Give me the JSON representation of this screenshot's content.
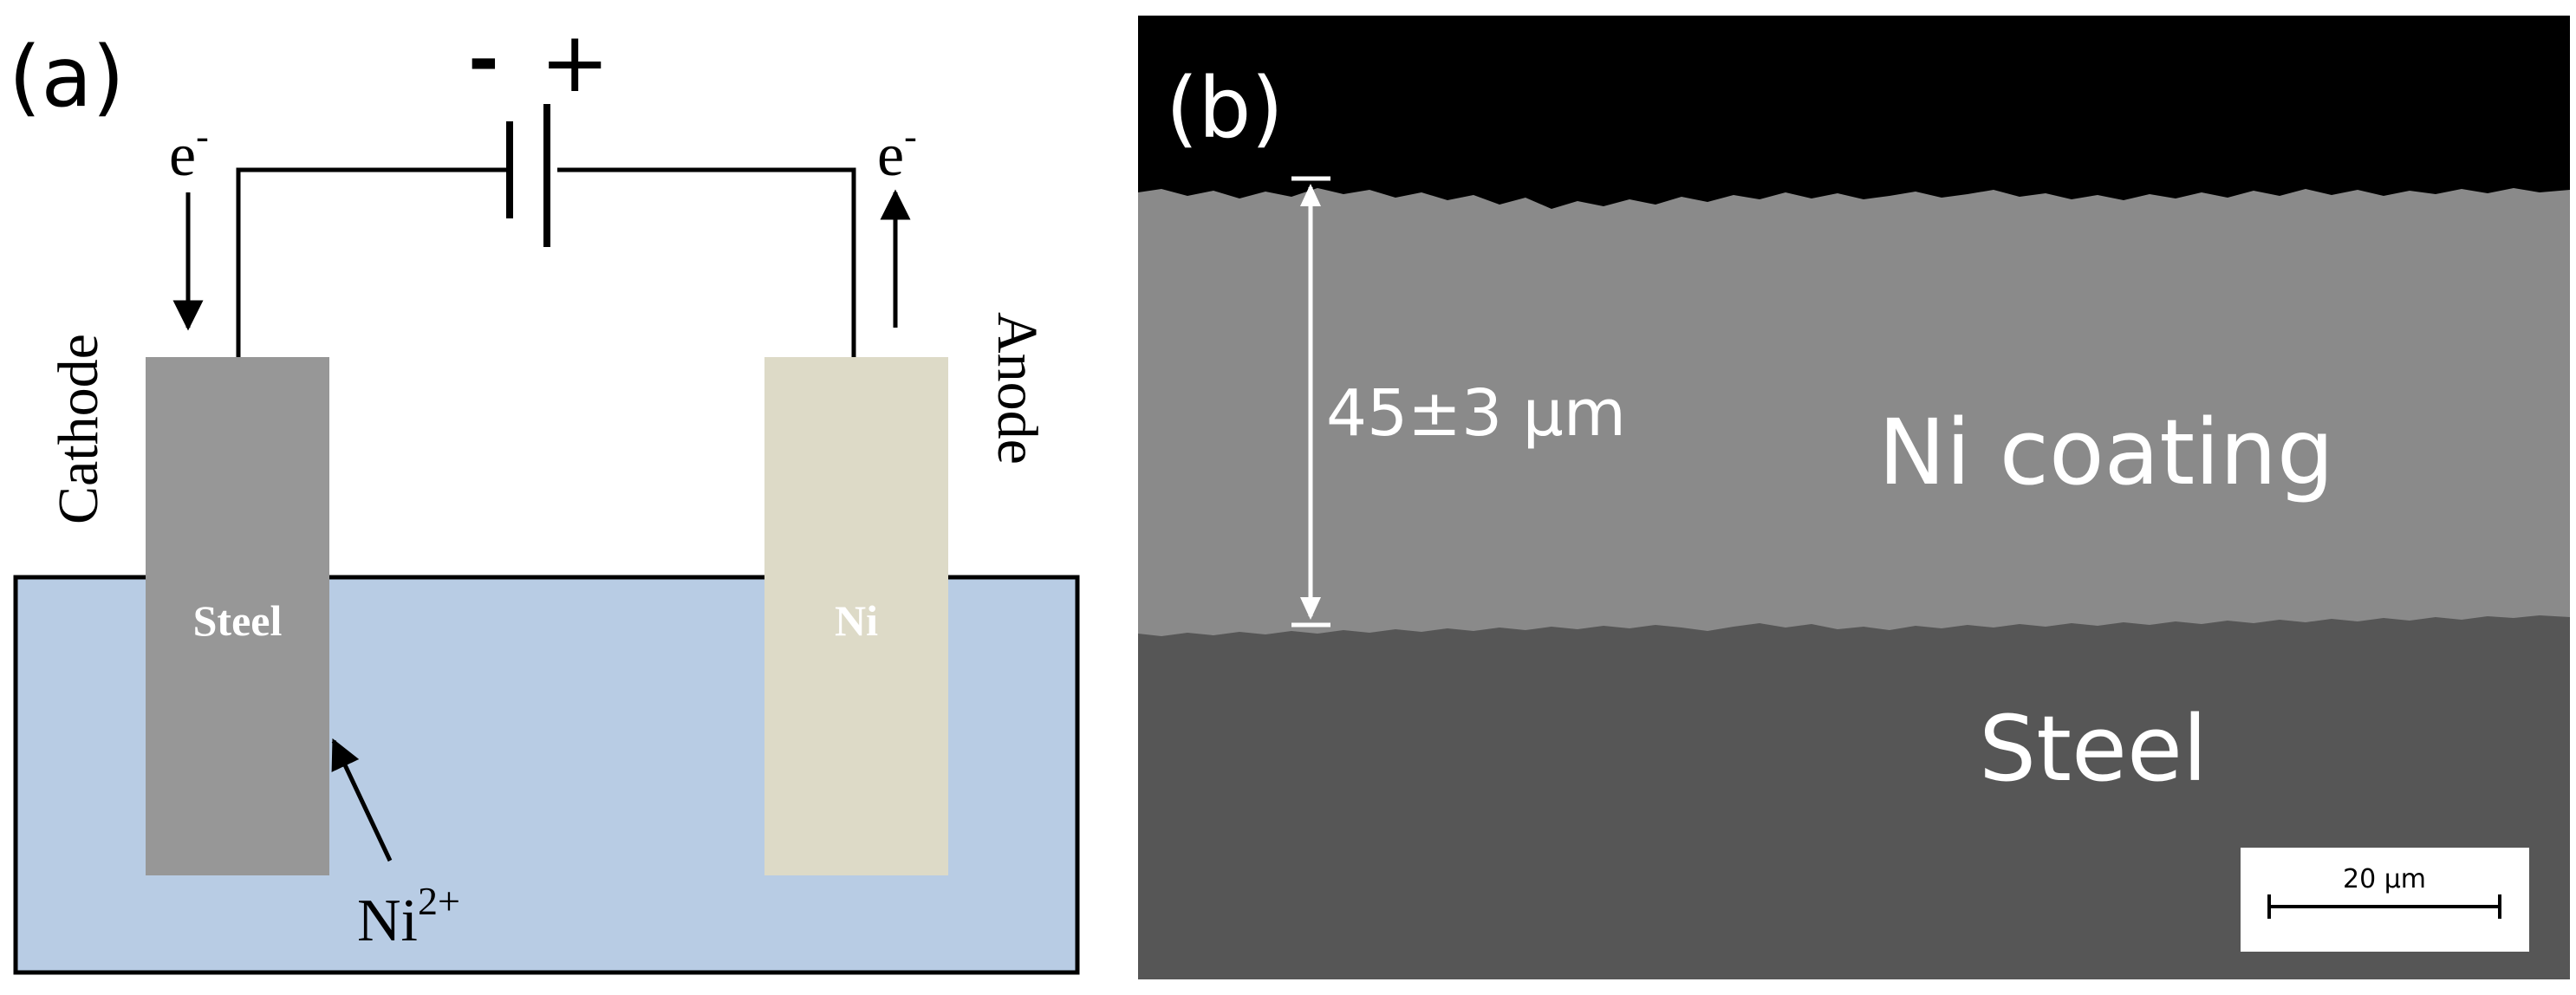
{
  "panel_a": {
    "label": "(a)",
    "battery": {
      "minus": "-",
      "plus": "+"
    },
    "electron_left": {
      "base": "e",
      "sup": "-"
    },
    "electron_right": {
      "base": "e",
      "sup": "-"
    },
    "cathode_label": "Cathode",
    "anode_label": "Anode",
    "steel_label": "Steel",
    "ni_label": "Ni",
    "ion_label": {
      "base": "Ni",
      "sup": "2+"
    },
    "colors": {
      "electrolyte": "#b8cce4",
      "steel_electrode": "#979797",
      "ni_electrode": "#dddac7",
      "wire": "#000000"
    }
  },
  "panel_b": {
    "label": "(b)",
    "thickness_label": "45±3 µm",
    "coating_label": "Ni coating",
    "substrate_label": "Steel",
    "scalebar_label": "20 µm",
    "colors": {
      "background": "#000000",
      "coating": "#8a8a8a",
      "substrate": "#565656"
    }
  }
}
